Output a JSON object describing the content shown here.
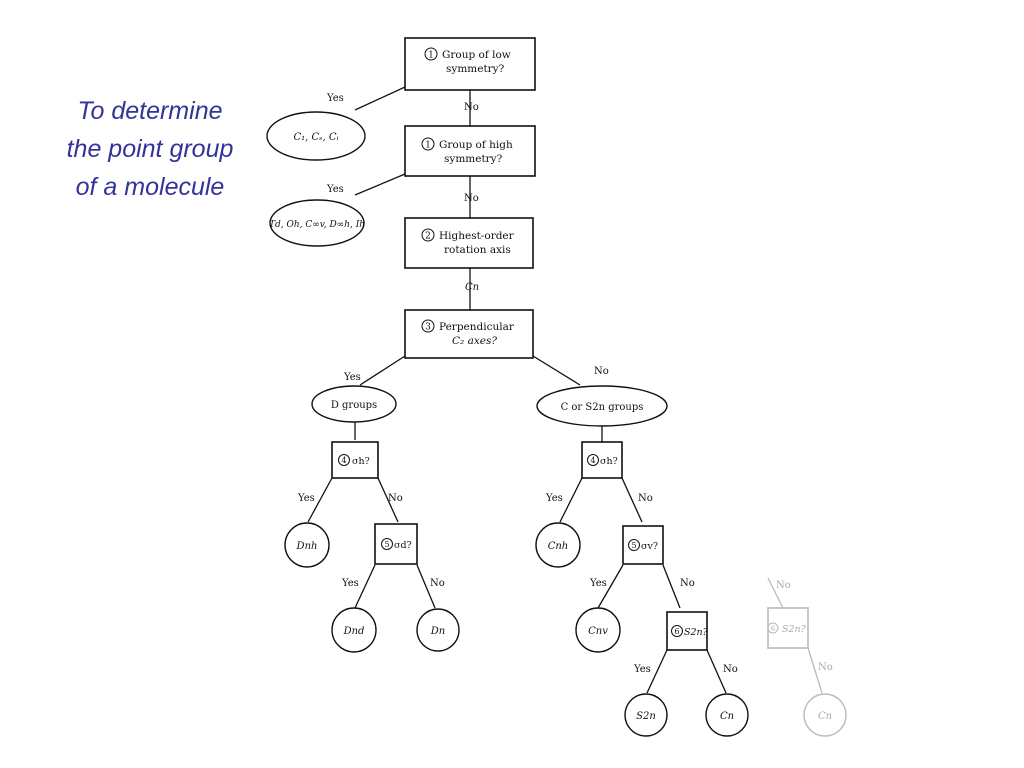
{
  "title": {
    "line1": "To determine",
    "line2": "the point group",
    "line3": "of a molecule"
  },
  "diagram": {
    "steps": {
      "low_symmetry": {
        "num": "1",
        "line1": "Group of low",
        "line2": "symmetry?"
      },
      "high_symmetry": {
        "num": "1",
        "line1": "Group of high",
        "line2": "symmetry?"
      },
      "highest_axis": {
        "num": "2",
        "line1": "Highest-order",
        "line2": "rotation axis"
      },
      "perp_c2": {
        "num": "3",
        "line1": "Perpendicular",
        "line2": "C₂ axes?"
      },
      "d_sigma_h": {
        "num": "4",
        "label": "σh?"
      },
      "d_sigma_d": {
        "num": "5",
        "label": "σd?"
      },
      "c_sigma_h": {
        "num": "4",
        "label": "σh?"
      },
      "c_sigma_v": {
        "num": "5",
        "label": "σv?"
      },
      "s2n": {
        "num": "6",
        "label": "S2n?"
      },
      "s2n_faded": {
        "num": "6",
        "label": "S2n?"
      }
    },
    "results": {
      "low": "C₁, Cₛ, Cᵢ",
      "high": "Td, Oh, C∞v, D∞h, Ih",
      "d_groups": "D groups",
      "c_groups": "C or S2n groups",
      "dnh": "Dnh",
      "dnd": "Dnd",
      "dn": "Dn",
      "cnh": "Cnh",
      "cnv": "Cnv",
      "s2n": "S2n",
      "cn": "Cn",
      "cn_faded": "Cn"
    },
    "edge_labels": {
      "yes": "Yes",
      "no": "No",
      "cn": "Cn"
    }
  }
}
